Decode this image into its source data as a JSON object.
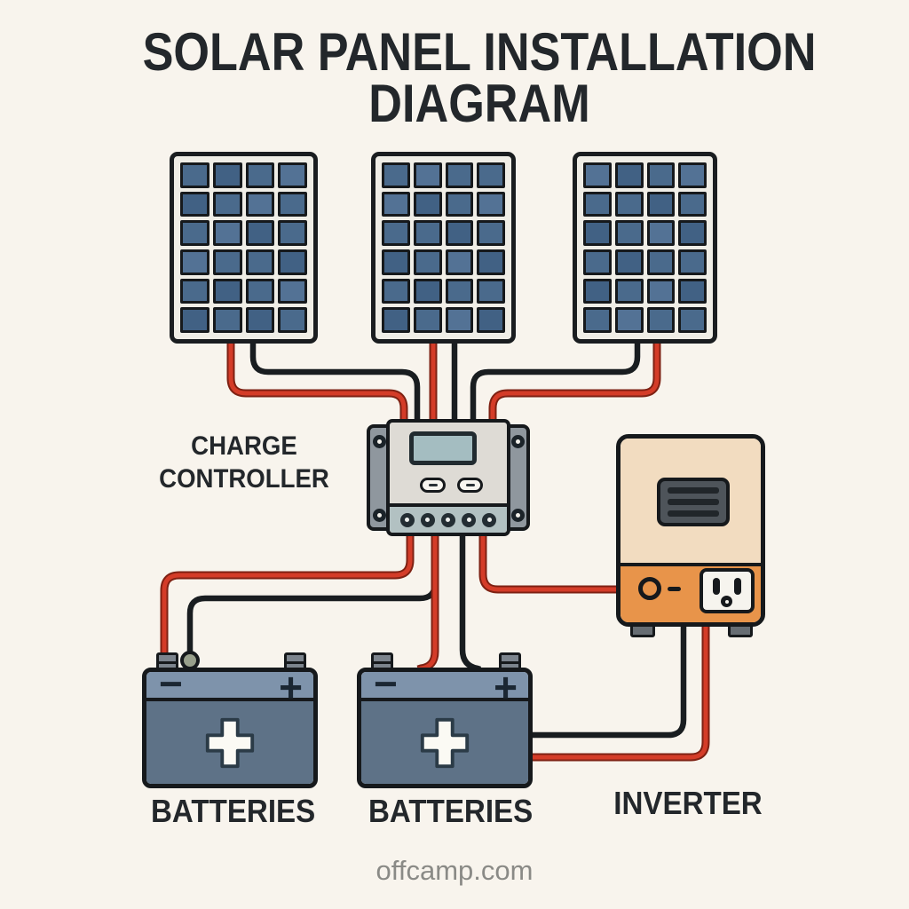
{
  "title": {
    "line1": "SOLAR PANEL INSTALLATION",
    "line2": "DIAGRAM"
  },
  "labels": {
    "charge_controller_line1": "CHARGE",
    "charge_controller_line2": "CONTROLLER",
    "batteries_left": "BATTERIES",
    "batteries_right": "BATTERIES",
    "inverter": "INVERTER"
  },
  "watermark": "offcamp.com",
  "solar_panel": {
    "count": 3,
    "grid_columns": 4,
    "grid_rows": 6,
    "cell_color": "#4a6a8c",
    "cell_color_dark": "#416184",
    "cell_color_light": "#537295",
    "frame_color": "#efede6"
  },
  "charge_controller": {
    "terminal_count": 5,
    "button_count": 2,
    "screw_count": 4
  },
  "battery": {
    "negative_symbol": "−",
    "positive_symbol": "+"
  },
  "inverter": {
    "vent_slot_count": 3
  },
  "wire_colors": {
    "positive": "#d43c28",
    "negative": "#191d20"
  }
}
